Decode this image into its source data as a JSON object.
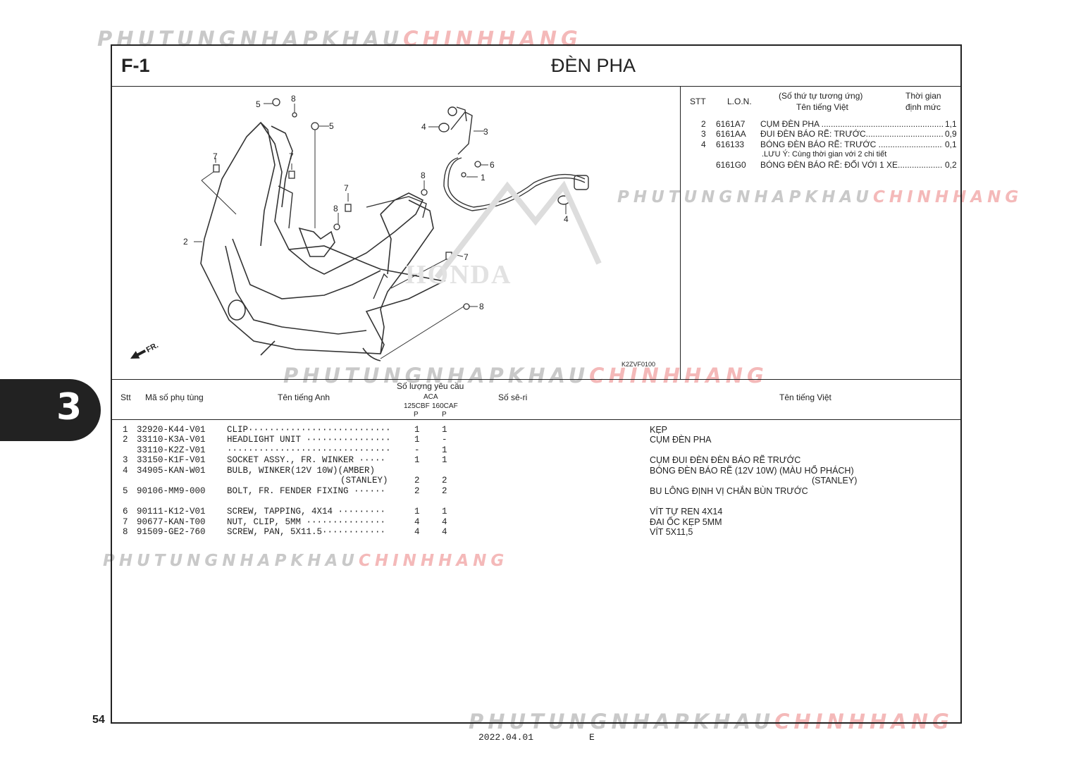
{
  "watermark": {
    "part1": "PHUTUNGNHAPKHAU",
    "part2": "CHINHHANG"
  },
  "header": {
    "code": "F-1",
    "title": "ĐÈN PHA"
  },
  "side_tab": {
    "number": "3"
  },
  "diagram": {
    "code": "K2ZVF0100",
    "fr_label": "FR.",
    "brand": "HONDA",
    "callouts": [
      "1",
      "2",
      "3",
      "4",
      "4",
      "5",
      "5",
      "6",
      "7",
      "7",
      "7",
      "7",
      "8",
      "8",
      "8",
      "8"
    ]
  },
  "labor_table": {
    "headers": {
      "stt": "STT",
      "lon": "L.O.N.",
      "name_line1": "(Số thứ tự tương ứng)",
      "name_line2": "Tên tiếng Việt",
      "time_line1": "Thời gian",
      "time_line2": "định mức"
    },
    "rows": [
      {
        "stt": "2",
        "lon": "6161A7",
        "name": "CỤM ĐÈN PHA .......................................................",
        "time": "1,1"
      },
      {
        "stt": "3",
        "lon": "6161AA",
        "name": "ĐUI ĐÈN BÁO RẼ: TRƯỚC....................................",
        "time": "0,9"
      },
      {
        "stt": "4",
        "lon": "616133",
        "name": "BÓNG ĐÈN BÁO RẼ: TRƯỚC ................................",
        "time": "0,1"
      },
      {
        "stt": "",
        "lon": "",
        "name": ".LƯU Ý: Cùng thời gian với 2 chi tiết",
        "time": ""
      },
      {
        "stt": "",
        "lon": "6161G0",
        "name": "BÓNG ĐÈN BÁO RẼ: ĐỐI VỚI 1 XE.......................",
        "time": "0,2"
      }
    ]
  },
  "parts_table": {
    "headers": {
      "stt": "Stt",
      "part_no": "Mã số phụ tùng",
      "name_en": "Tên tiếng Anh",
      "qty": "Số lượng yêu cầu",
      "aca": "ACA",
      "m1": "125CBF",
      "m2": "160CAF",
      "p1": "P",
      "p2": "P",
      "serial": "Số sê-ri",
      "name_vn": "Tên tiếng Việt"
    },
    "rows": [
      {
        "stt": "1",
        "part": "32920-K44-V01",
        "en": "CLIP···························",
        "q1": "1",
        "q2": "1",
        "vn": "KẸP"
      },
      {
        "stt": "2",
        "part": "33110-K3A-V01",
        "en": "HEADLIGHT UNIT ················",
        "q1": "1",
        "q2": "-",
        "vn": "CỤM ĐÈN PHA"
      },
      {
        "stt": "",
        "part": "33110-K2Z-V01",
        "en": "·······························",
        "q1": "-",
        "q2": "1",
        "vn": ""
      },
      {
        "stt": "3",
        "part": "33150-K1F-V01",
        "en": "SOCKET ASSY., FR. WINKER ·····",
        "q1": "1",
        "q2": "1",
        "vn": "CỤM ĐUI ĐÈN ĐÈN BÁO RẼ TRƯỚC"
      },
      {
        "stt": "4",
        "part": "34905-KAN-W01",
        "en": "BULB, WINKER(12V 10W)(AMBER)",
        "q1": "",
        "q2": "",
        "vn": "BÓNG ĐÈN BÁO RẼ (12V 10W) (MÀU HỔ PHÁCH)"
      },
      {
        "stt": "",
        "part": "",
        "en": "(STANLEY)",
        "q1": "2",
        "q2": "2",
        "vn": "(STANLEY)"
      },
      {
        "stt": "5",
        "part": "90106-MM9-000",
        "en": "BOLT, FR. FENDER FIXING ······",
        "q1": "2",
        "q2": "2",
        "vn": "BU LÔNG ĐỊNH VỊ CHẮN BÙN TRƯỚC"
      },
      {
        "stt": "6",
        "part": "90111-K12-V01",
        "en": "SCREW, TAPPING, 4X14 ·········",
        "q1": "1",
        "q2": "1",
        "vn": "VÍT TỰ REN 4X14"
      },
      {
        "stt": "7",
        "part": "90677-KAN-T00",
        "en": "NUT, CLIP, 5MM ···············",
        "q1": "4",
        "q2": "4",
        "vn": "ĐAI ỐC KẸP 5MM"
      },
      {
        "stt": "8",
        "part": "91509-GE2-760",
        "en": "SCREW, PAN, 5X11.5············",
        "q1": "4",
        "q2": "4",
        "vn": "VÍT 5X11,5"
      }
    ]
  },
  "footer": {
    "page": "54",
    "date": "2022.04.01",
    "edition": "E"
  }
}
